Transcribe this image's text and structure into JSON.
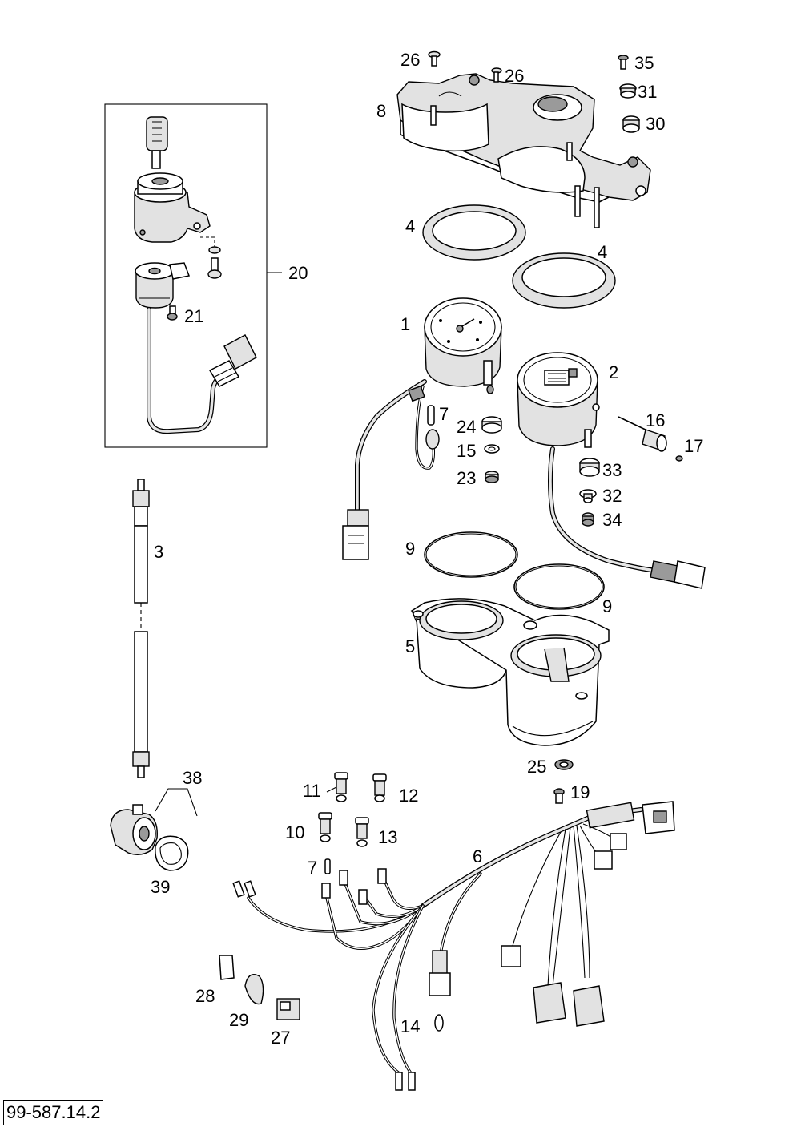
{
  "drawing_number": "99-587.14.2",
  "callouts": {
    "c1": "1",
    "c2": "2",
    "c3": "3",
    "c4a": "4",
    "c4b": "4",
    "c5": "5",
    "c6": "6",
    "c7a": "7",
    "c7b": "7",
    "c8": "8",
    "c9a": "9",
    "c9b": "9",
    "c10": "10",
    "c11": "11",
    "c12": "12",
    "c13": "13",
    "c14": "14",
    "c15": "15",
    "c16": "16",
    "c17": "17",
    "c19": "19",
    "c20": "20",
    "c21": "21",
    "c23": "23",
    "c24": "24",
    "c25": "25",
    "c26a": "26",
    "c26b": "26",
    "c27": "27",
    "c28": "28",
    "c29": "29",
    "c30": "30",
    "c31": "31",
    "c32": "32",
    "c33": "33",
    "c34": "34",
    "c35": "35",
    "c38": "38",
    "c39": "39"
  }
}
